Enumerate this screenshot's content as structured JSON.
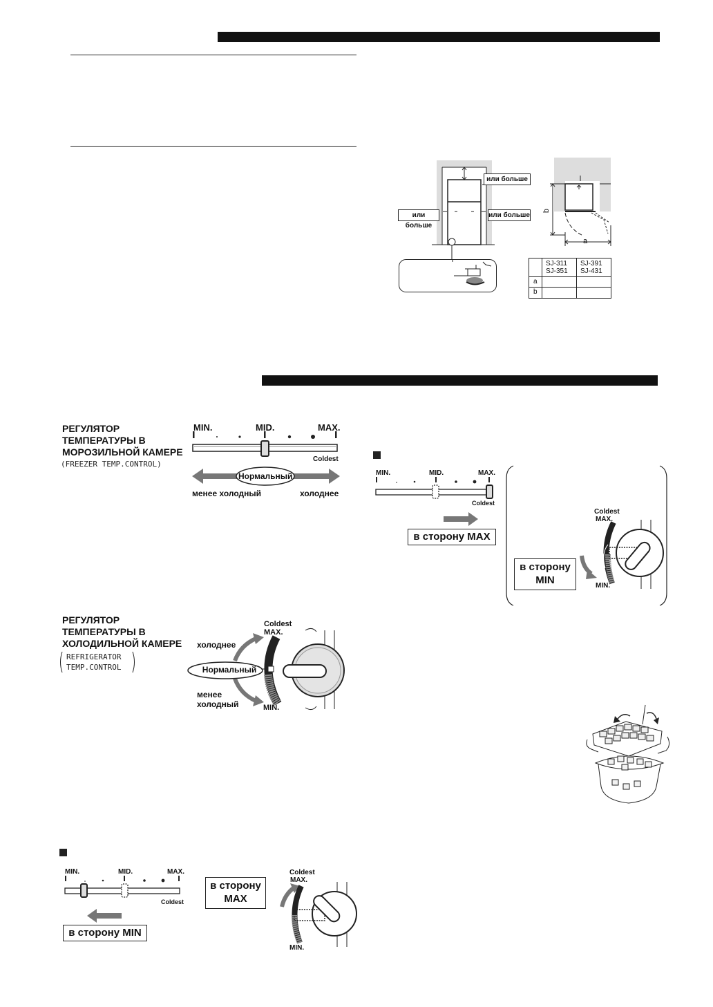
{
  "clearance": {
    "or_more": "или больше",
    "dim_a": "a",
    "dim_b": "b",
    "table": {
      "col1": [
        "SJ-311",
        "SJ-351"
      ],
      "col2": [
        "SJ-391",
        "SJ-431"
      ],
      "rows": [
        "a",
        "b"
      ]
    }
  },
  "freezer_control": {
    "title_lines": [
      "РЕГУЛЯТОР",
      "ТЕМПЕРАТУРЫ В",
      "МОРОЗИЛЬНОЙ КАМЕРЕ"
    ],
    "subtitle": "(FREEZER TEMP.CONTROL)",
    "min": "MIN.",
    "mid": "MID.",
    "max": "MAX.",
    "coldest": "Coldest",
    "normal": "Нормальный",
    "less_cold": "менее холодный",
    "colder": "холоднее"
  },
  "fridge_control": {
    "title_lines": [
      "РЕГУЛЯТОР",
      "ТЕМПЕРАТУРЫ В",
      "ХОЛОДИЛЬНОЙ КАМЕРЕ"
    ],
    "subtitle_lines": [
      "REFRIGERATOR",
      "TEMP.CONTROL"
    ],
    "colder": "холоднее",
    "normal": "Нормальный",
    "less_cold_lines": [
      "менее",
      "холодный"
    ],
    "coldest": "Coldest",
    "max": "MAX.",
    "min": "MIN."
  },
  "example_right": {
    "min": "MIN.",
    "mid": "MID.",
    "max": "MAX.",
    "coldest": "Coldest",
    "toward_max": "в сторону MAX",
    "toward_min_lines": [
      "в сторону",
      "MIN"
    ],
    "dial_coldest": "Coldest",
    "dial_max": "MAX.",
    "dial_min": "MIN."
  },
  "example_bottom": {
    "min": "MIN.",
    "mid": "MID.",
    "max": "MAX.",
    "coldest": "Coldest",
    "toward_min": "в сторону MIN",
    "toward_max_lines": [
      "в сторону",
      "MAX"
    ],
    "dial_coldest": "Coldest",
    "dial_max": "MAX.",
    "dial_min": "MIN."
  }
}
